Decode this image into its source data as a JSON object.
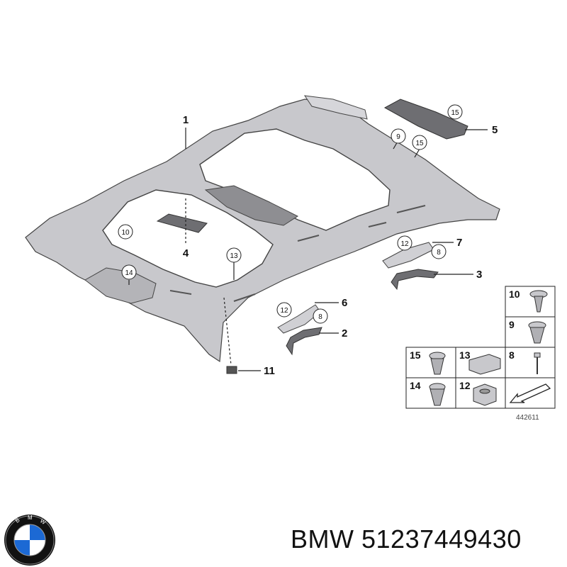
{
  "callouts": {
    "c1": "1",
    "c2": "2",
    "c3": "3",
    "c4": "4",
    "c5": "5",
    "c6": "6",
    "c7": "7",
    "c8a": "8",
    "c8b": "8",
    "c9": "9",
    "c10": "10",
    "c11": "11",
    "c12a": "12",
    "c12b": "12",
    "c13": "13",
    "c14": "14",
    "c15a": "15",
    "c15b": "15"
  },
  "legend": {
    "cells": [
      {
        "num": "10",
        "icon": "push-rivet-icon"
      },
      {
        "num": "9",
        "icon": "expanding-clip-icon"
      },
      {
        "num": "15",
        "icon": "clip-icon"
      },
      {
        "num": "13",
        "icon": "clamp-icon"
      },
      {
        "num": "8",
        "icon": "screw-icon"
      },
      {
        "num": "14",
        "icon": "clip-icon"
      },
      {
        "num": "12",
        "icon": "nut-icon"
      },
      {
        "num": "",
        "icon": "direction-arrow-icon"
      }
    ],
    "diagram_id": "442611"
  },
  "logo": {
    "brand": "BMW"
  },
  "caption": {
    "brand": "BMW",
    "part_number": "51237449430"
  },
  "colors": {
    "part_gray": "#c8c8cc",
    "part_dark": "#6e6e72",
    "outline": "#444444",
    "logo_blue": "#1c69d4"
  }
}
